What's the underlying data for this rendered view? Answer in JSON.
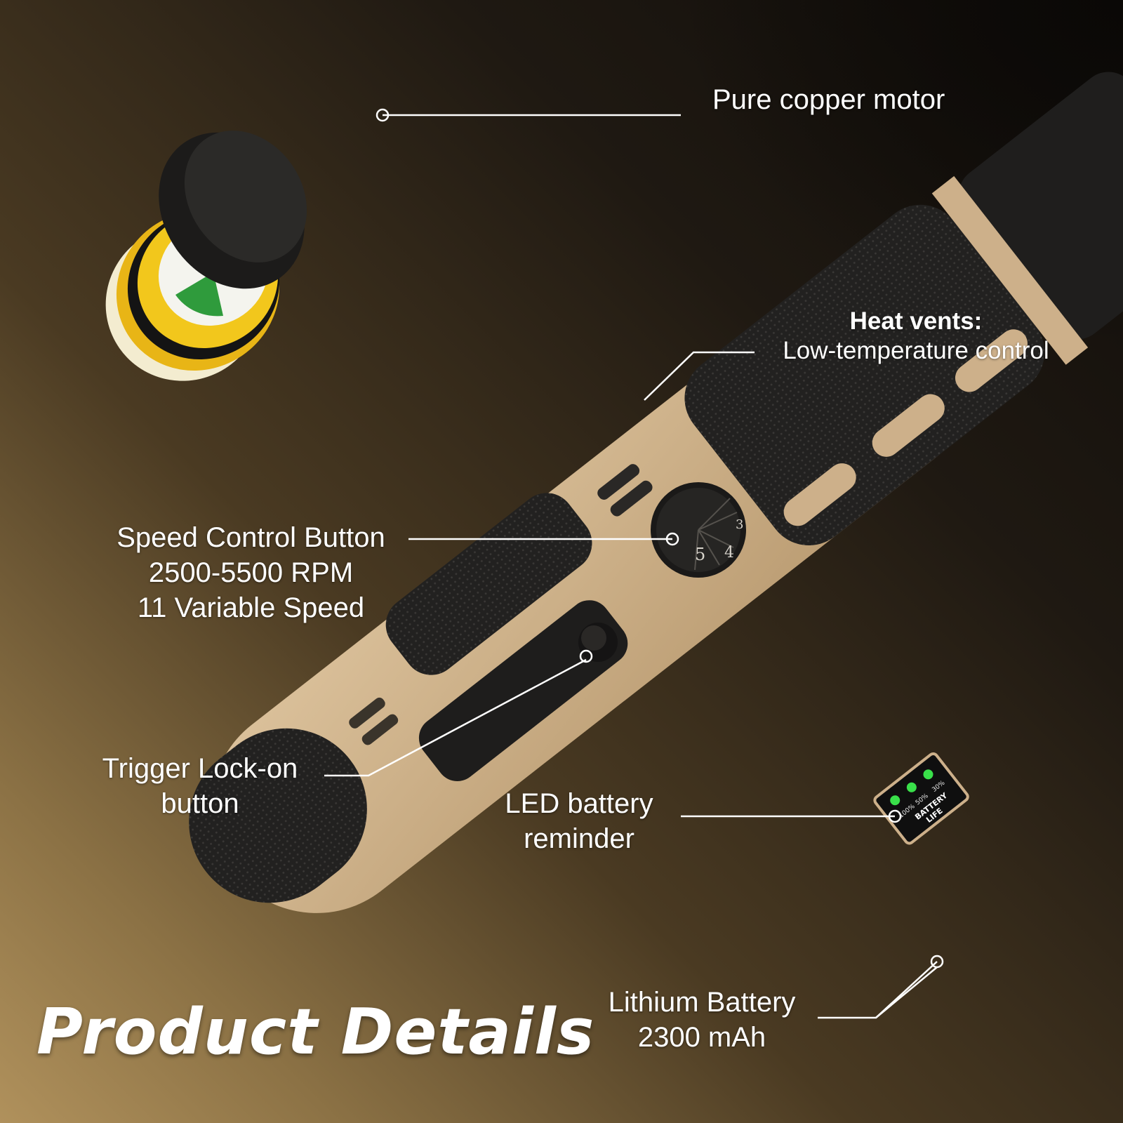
{
  "title": "Product Details",
  "callouts": {
    "motor": {
      "label": "Pure copper motor"
    },
    "vents": {
      "heading": "Heat vents:",
      "detail": "Low-temperature control"
    },
    "speed": {
      "line1": "Speed Control Button",
      "line2": "2500-5500 RPM",
      "line3": "11 Variable Speed"
    },
    "trigger": {
      "line1": "Trigger Lock-on",
      "line2": "button"
    },
    "led": {
      "line1": "LED battery",
      "line2": "reminder"
    },
    "battery": {
      "line1": "Lithium Battery",
      "line2": "2300 mAh"
    }
  },
  "dial": {
    "numbers": [
      "5",
      "4",
      "3"
    ]
  },
  "battery_indicator": {
    "label_line1": "BATTERY",
    "label_line2": "LIFE",
    "levels": [
      "100%",
      "50%",
      "30%"
    ]
  },
  "colors": {
    "body_tan": "#cdb08a",
    "grip_black": "#1e1d1c",
    "pad_yellow": "#f0c419",
    "led_green": "#39e04a",
    "callout_line": "#ffffff"
  }
}
